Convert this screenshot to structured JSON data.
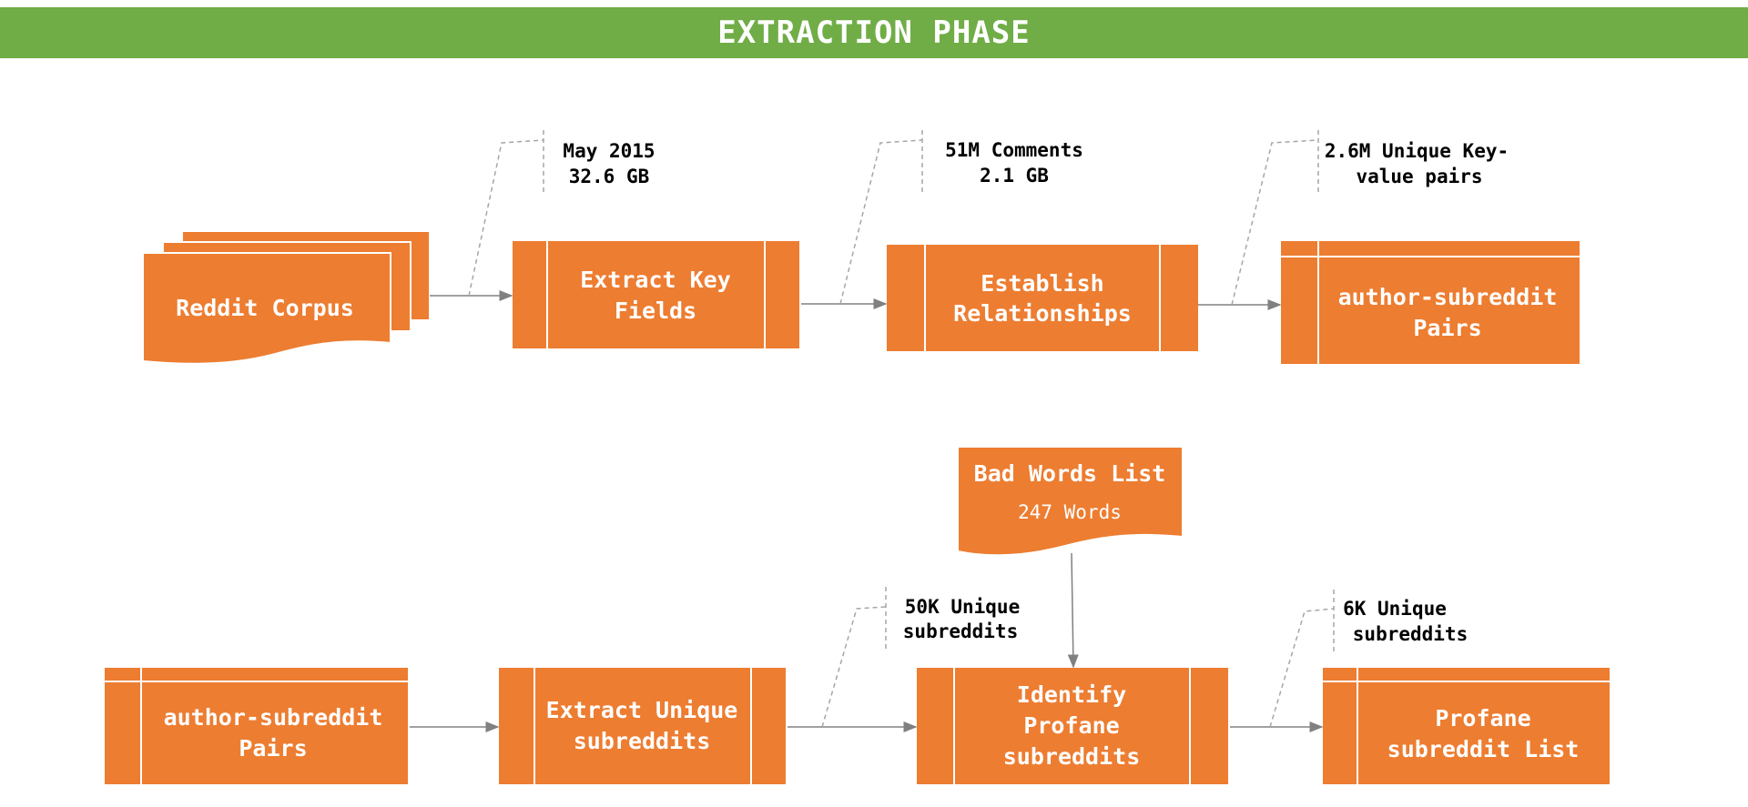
{
  "header": {
    "title": "EXTRACTION PHASE"
  },
  "colors": {
    "header_green": "#70AD47",
    "process_orange": "#ED7D31",
    "arrow_gray": "#808080",
    "callout_gray": "#A6A6A6"
  },
  "row1": {
    "corpus": {
      "label": "Reddit Corpus"
    },
    "extract_key_fields": {
      "line1": "Extract Key",
      "line2": "Fields"
    },
    "establish_relationships": {
      "line1": "Establish",
      "line2": "Relationships"
    },
    "pairs": {
      "line1": "author-subreddit",
      "line2": "Pairs"
    },
    "note_corpus": {
      "line1": "May 2015",
      "line2": "32.6 GB"
    },
    "note_comments": {
      "line1": "51M Comments",
      "line2": "2.1 GB"
    },
    "note_pairs": {
      "line1": "2.6M Unique Key-",
      "line2": "value pairs"
    }
  },
  "row2": {
    "bad_words": {
      "title": "Bad Words List",
      "subtitle": "247 Words"
    },
    "pairs": {
      "line1": "author-subreddit",
      "line2": "Pairs"
    },
    "extract_unique": {
      "line1": "Extract Unique",
      "line2": "subreddits"
    },
    "identify_profane": {
      "line1": "Identify",
      "line2": "Profane",
      "line3": "subreddits"
    },
    "profane_list": {
      "line1": "Profane",
      "line2": "subreddit List"
    },
    "note_unique": {
      "line1": "50K Unique",
      "line2": "subreddits"
    },
    "note_profane": {
      "line1": "6K Unique",
      "line2": "subreddits"
    }
  }
}
